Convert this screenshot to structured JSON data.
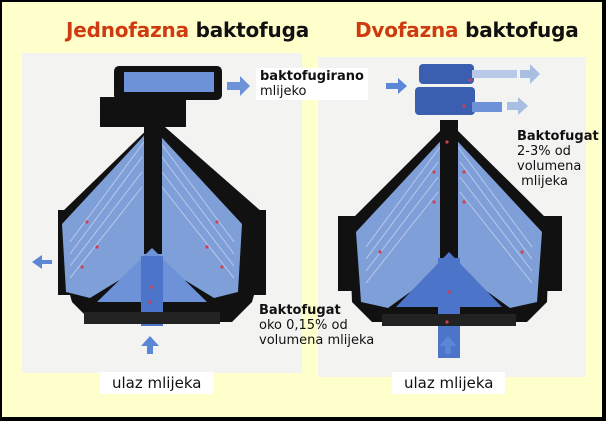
{
  "diagram": {
    "left": {
      "title_accent": "Jednofazna",
      "title_rest": "baktofuga",
      "outlet_label_bold": "baktofugirano",
      "outlet_label_text": "mlijeko",
      "sediment_label_bold": "Baktofugat",
      "sediment_label_line1": "oko 0,15% od",
      "sediment_label_line2": "volumena mlijeka",
      "inlet_label": "ulaz mlijeka"
    },
    "right": {
      "title_accent": "Dvofazna",
      "title_rest": "baktofuga",
      "sediment_label_bold": "Baktofugat",
      "sediment_label_line1": "2-3% od",
      "sediment_label_line2": "volumena",
      "sediment_label_line3": "mlijeka",
      "inlet_label": "ulaz mlijeka"
    },
    "colors": {
      "background": "#FFFFCC",
      "title_accent": "#D03A10",
      "machine_body": "#111111",
      "disc_stack": "#7F9FD8",
      "flow_arrow": "#5B87D6",
      "bacteria_flow": "#D04050"
    }
  }
}
